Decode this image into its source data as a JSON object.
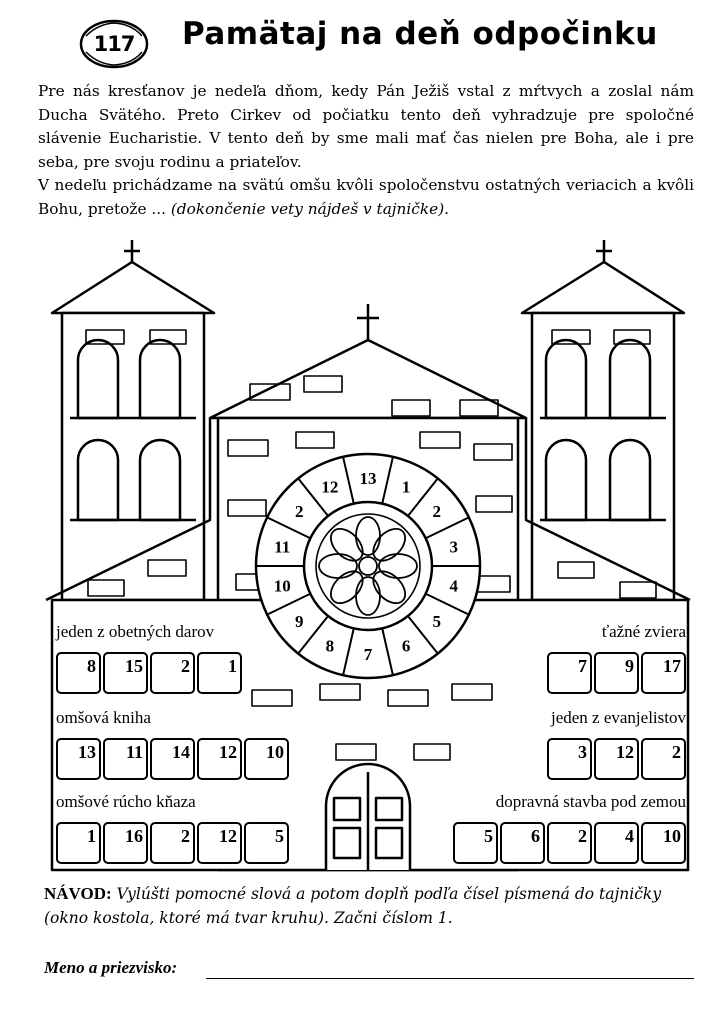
{
  "header": {
    "page_number": "117",
    "title": "Pamätaj na deň odpočinku"
  },
  "intro": {
    "p1": "Pre nás kresťanov je nedeľa dňom, kedy Pán Ježiš vstal z mŕtvych a zoslal nám Ducha Svätého. Preto Cirkev od počiatku tento deň vyhradzuje pre spoločné slávenie Eucharistie. V tento deň by sme mali mať čas nielen pre Boha, ale i pre seba, pre svoju rodinu a priateľov.",
    "p2": "V nedeľu prichádzame na svätú omšu kvôli spoločenstvu ostatných veriacich a kvôli Bohu, pretože ...",
    "p2_italic": "(dokončenie vety nájdeš v tajničke)."
  },
  "rose_window": {
    "numbers": [
      "1",
      "2",
      "3",
      "4",
      "5",
      "6",
      "7",
      "8",
      "9",
      "10",
      "11",
      "2",
      "12",
      "13"
    ]
  },
  "clues": {
    "left": [
      {
        "label": "jeden z obetných darov",
        "numbers": [
          "8",
          "15",
          "2",
          "1"
        ]
      },
      {
        "label": "omšová kniha",
        "numbers": [
          "13",
          "11",
          "14",
          "12",
          "10"
        ]
      },
      {
        "label": "omšové rúcho kňaza",
        "numbers": [
          "1",
          "16",
          "2",
          "12",
          "5"
        ]
      }
    ],
    "right": [
      {
        "label": "ťažné zviera",
        "numbers": [
          "7",
          "9",
          "17"
        ]
      },
      {
        "label": "jeden z evanjelistov",
        "numbers": [
          "3",
          "12",
          "2"
        ]
      },
      {
        "label": "dopravná stavba pod zemou",
        "numbers": [
          "5",
          "6",
          "2",
          "4",
          "10"
        ]
      }
    ]
  },
  "instructions": {
    "label": "NÁVOD:",
    "text": "Vylúšti pomocné slová a potom doplň podľa čísel písmená do tajničky (okno kostola, ktoré má tvar kruhu). Začni číslom 1."
  },
  "footer": {
    "name_label": "Meno a priezvisko:"
  }
}
